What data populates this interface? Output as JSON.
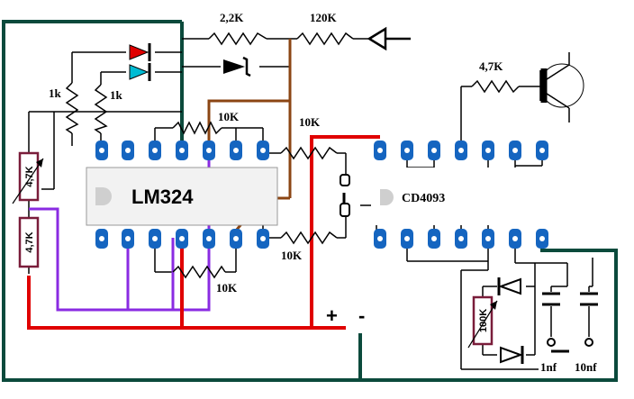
{
  "lm324": {
    "label": "LM324"
  },
  "cd4093": {
    "label": "CD4093"
  },
  "labels": {
    "r_2_2k": "2,2K",
    "r_120k": "120K",
    "r_1k_a": "1k",
    "r_1k_b": "1k",
    "r_10k_top": "10K",
    "r_10k_out": "10K",
    "r_10k_bottom_right": "10K",
    "r_10k_bottom": "10K",
    "r_4_7k_transistor": "4,7K",
    "c_1nf": "1nf",
    "c_10nf": "10nf",
    "plus": "+",
    "minus": "-"
  },
  "resistor_values": {
    "left_top": "4,7K",
    "left_bottom": "4,7K",
    "pot": "100K"
  },
  "colors": {
    "board": "#0b4a3c",
    "red": "#e00000",
    "purple": "#8a2be2",
    "brown": "#8b4513",
    "pad": "#1565c0",
    "led_red": "#e00000",
    "led_cyan": "#00bcd4",
    "chip": "#f2f2f2"
  }
}
